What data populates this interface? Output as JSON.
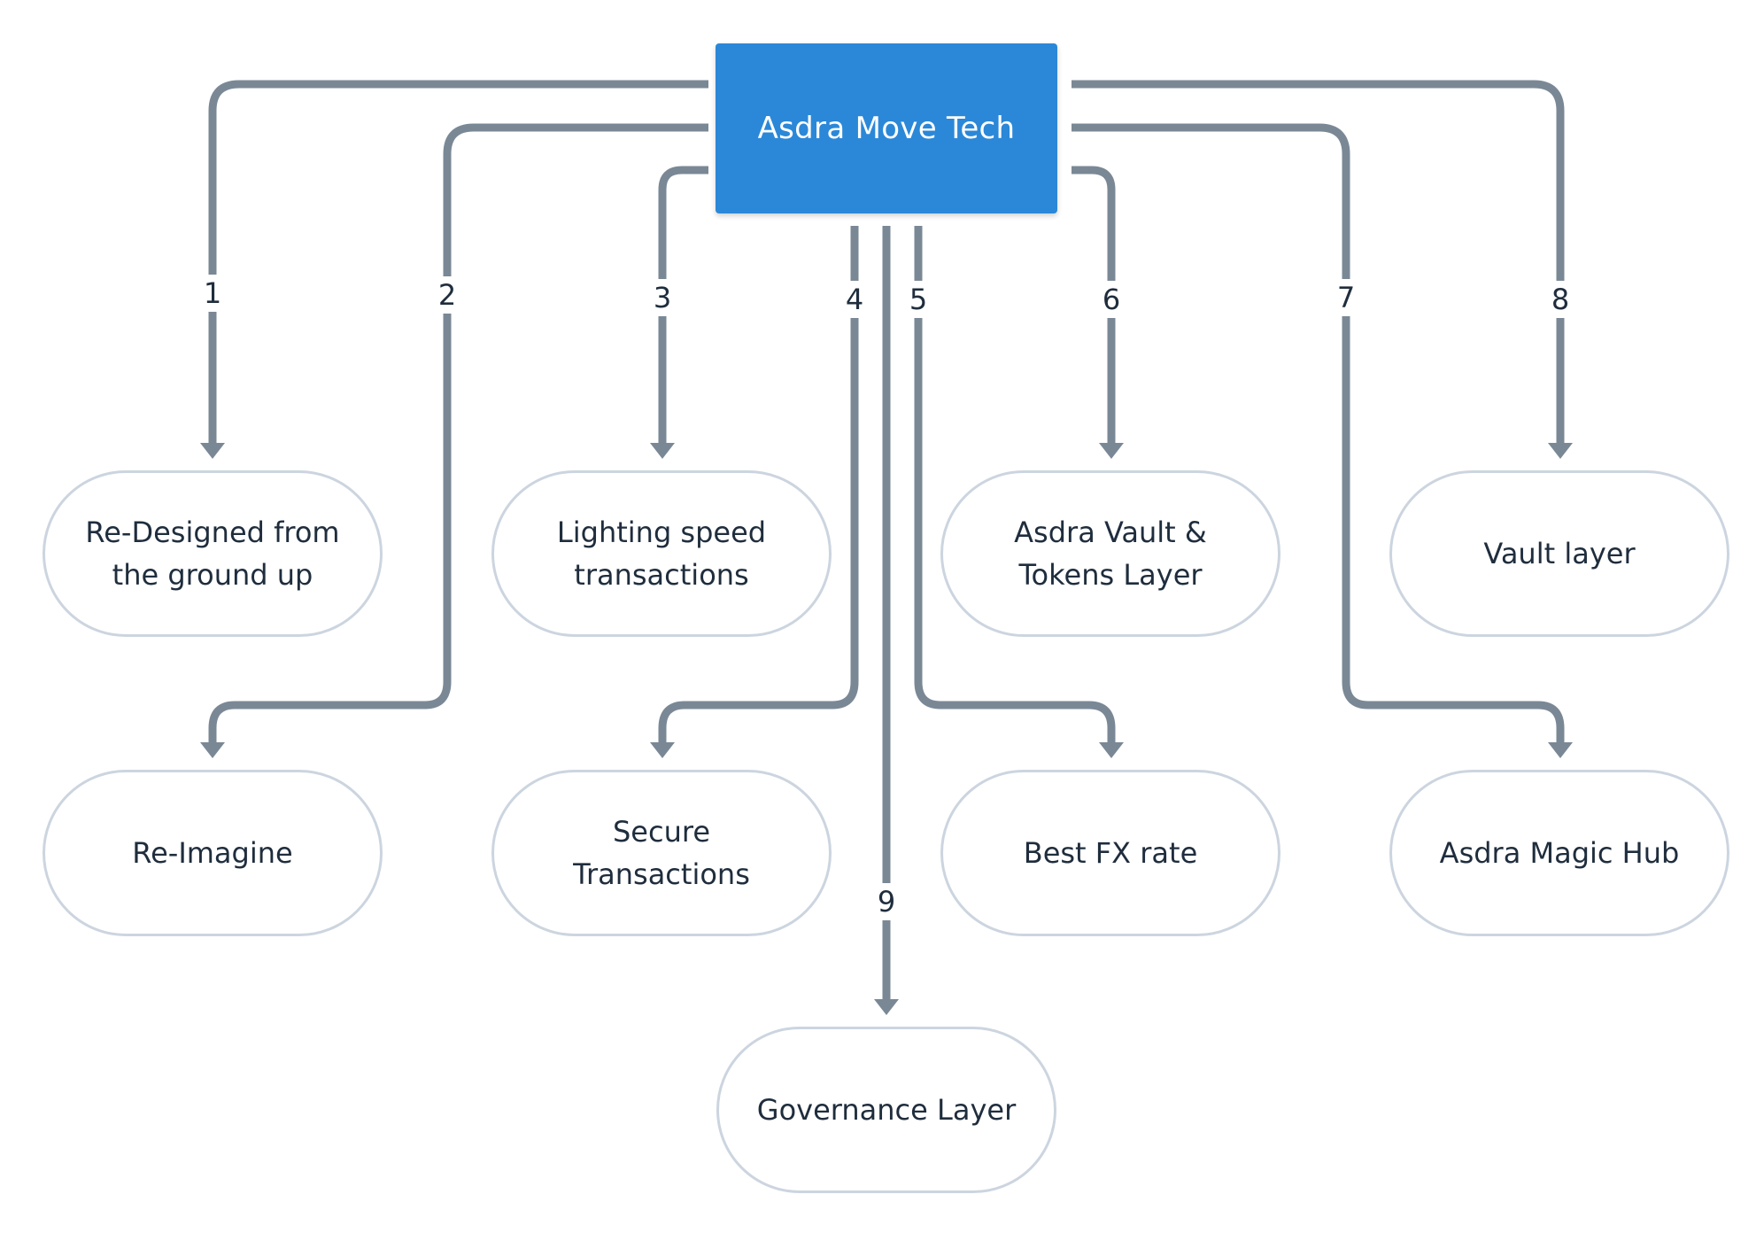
{
  "root": {
    "label": "Asdra Move Tech"
  },
  "nodes": [
    {
      "id": "n1",
      "label": "Re-Designed from the ground up"
    },
    {
      "id": "n2",
      "label": "Re-Imagine"
    },
    {
      "id": "n3",
      "label": "Lighting speed transactions"
    },
    {
      "id": "n4",
      "label": "Secure Transactions"
    },
    {
      "id": "n5",
      "label": "Best FX rate"
    },
    {
      "id": "n6",
      "label": "Asdra Vault & Tokens Layer"
    },
    {
      "id": "n7",
      "label": "Asdra Magic Hub"
    },
    {
      "id": "n8",
      "label": "Vault layer"
    },
    {
      "id": "n9",
      "label": "Governance Layer"
    }
  ],
  "edges": [
    {
      "label": "1"
    },
    {
      "label": "2"
    },
    {
      "label": "3"
    },
    {
      "label": "4"
    },
    {
      "label": "5"
    },
    {
      "label": "6"
    },
    {
      "label": "7"
    },
    {
      "label": "8"
    },
    {
      "label": "9"
    }
  ],
  "colors": {
    "root_fill": "#2b88d8",
    "edge": "#7a8896",
    "node_border": "#ccd5df",
    "text": "#1f2d3d"
  }
}
